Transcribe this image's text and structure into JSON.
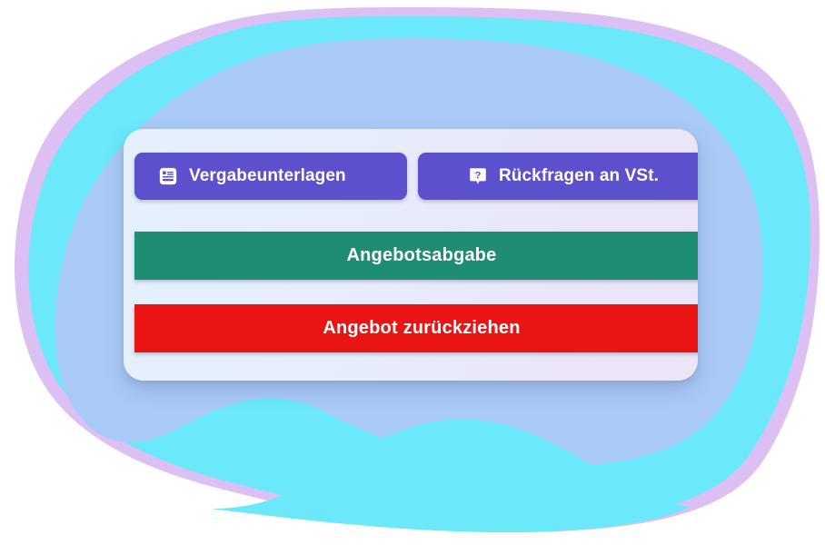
{
  "page": {
    "background_color": "#ffffff",
    "decorative_blobs": [
      {
        "name": "lavender-blob",
        "color": "#dcc0f4"
      },
      {
        "name": "cyan-blob",
        "color": "#6be8fa"
      },
      {
        "name": "blue-blob",
        "color": "#a9caf7"
      }
    ]
  },
  "card": {
    "background_gradient_from": "#e4f0fb",
    "background_gradient_to": "#ece4f7"
  },
  "actions": {
    "vergabeunterlagen": {
      "label": "Vergabeunterlagen",
      "icon": "document-lines-icon",
      "color": "#5c50cd",
      "text_color": "#ffffff"
    },
    "rueckfragen": {
      "label": "Rückfragen an VSt.",
      "icon": "question-tooltip-icon",
      "color": "#5c50cd",
      "text_color": "#ffffff"
    },
    "angebotsabgabe": {
      "label": "Angebotsabgabe",
      "color": "#1f8d73",
      "text_color": "#ffffff"
    },
    "angebot_zurueckziehen": {
      "label": "Angebot zurückziehen",
      "color": "#ea1414",
      "text_color": "#ffffff"
    }
  }
}
